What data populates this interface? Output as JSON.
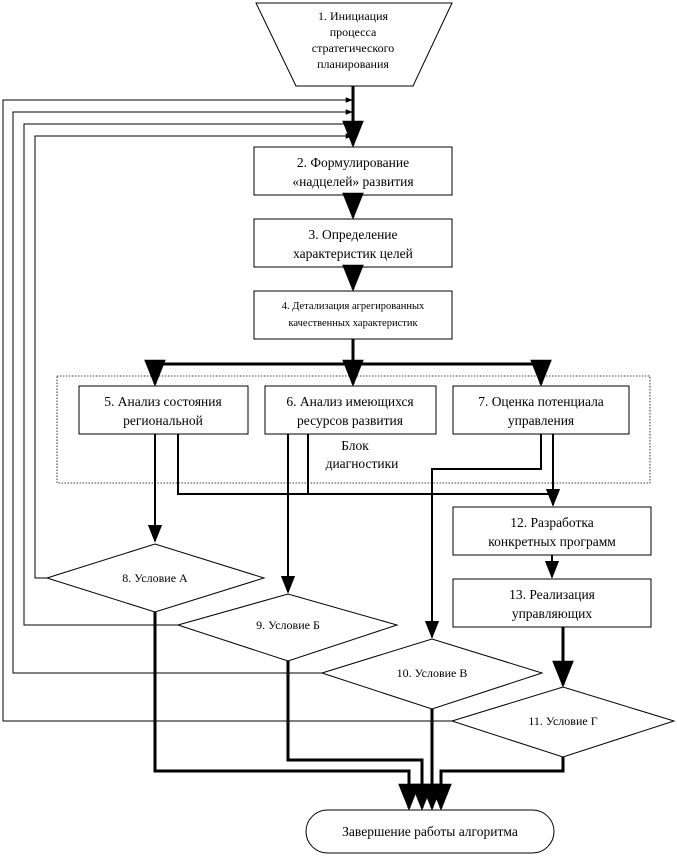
{
  "nodes": {
    "n1": [
      "1. Инициация",
      "процесса",
      "стратегического",
      "планирования"
    ],
    "n2": [
      "2. Формулирование",
      "«надцелей» развития"
    ],
    "n3": [
      "3. Определение",
      "характеристик целей"
    ],
    "n4": [
      "4. Детализация агрегированных",
      "качественных характеристик"
    ],
    "n5": [
      "5. Анализ состояния",
      "региональной"
    ],
    "n6": [
      "6. Анализ имеющихся",
      "ресурсов развития"
    ],
    "n7": [
      "7. Оценка потенциала",
      "управления"
    ],
    "diag_block": [
      "Блок",
      "диагностики"
    ],
    "n8": "8. Условие А",
    "n9": "9. Условие Б",
    "n10": "10. Условие В",
    "n11": "11. Условие Г",
    "n12": [
      "12. Разработка",
      "конкретных программ"
    ],
    "n13": [
      "13. Реализация",
      "управляющих"
    ],
    "end": "Завершение работы алгоритма"
  }
}
